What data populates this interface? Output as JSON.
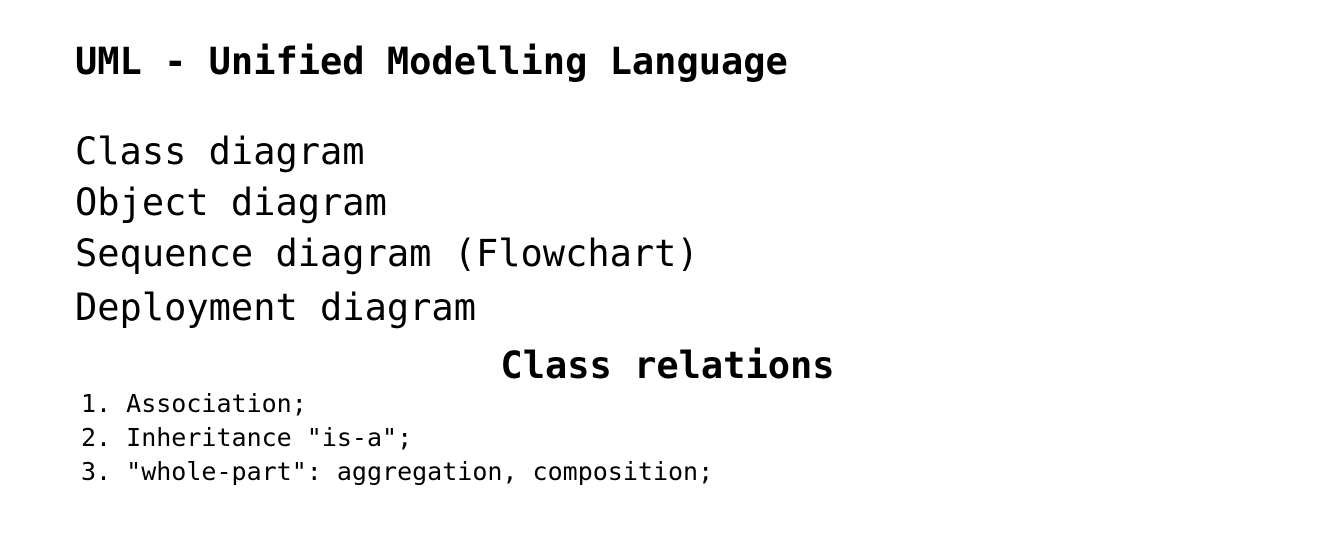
{
  "title": "UML - Unified Modelling Language",
  "diagrams": [
    "Class diagram",
    "Object diagram",
    "Sequence diagram (Flowchart)",
    "Deployment diagram"
  ],
  "class_relations": {
    "heading": "Class relations",
    "items": [
      "1. Association;",
      "2. Inheritance \"is-a\";",
      "3. \"whole-part\": aggregation, composition;"
    ]
  }
}
